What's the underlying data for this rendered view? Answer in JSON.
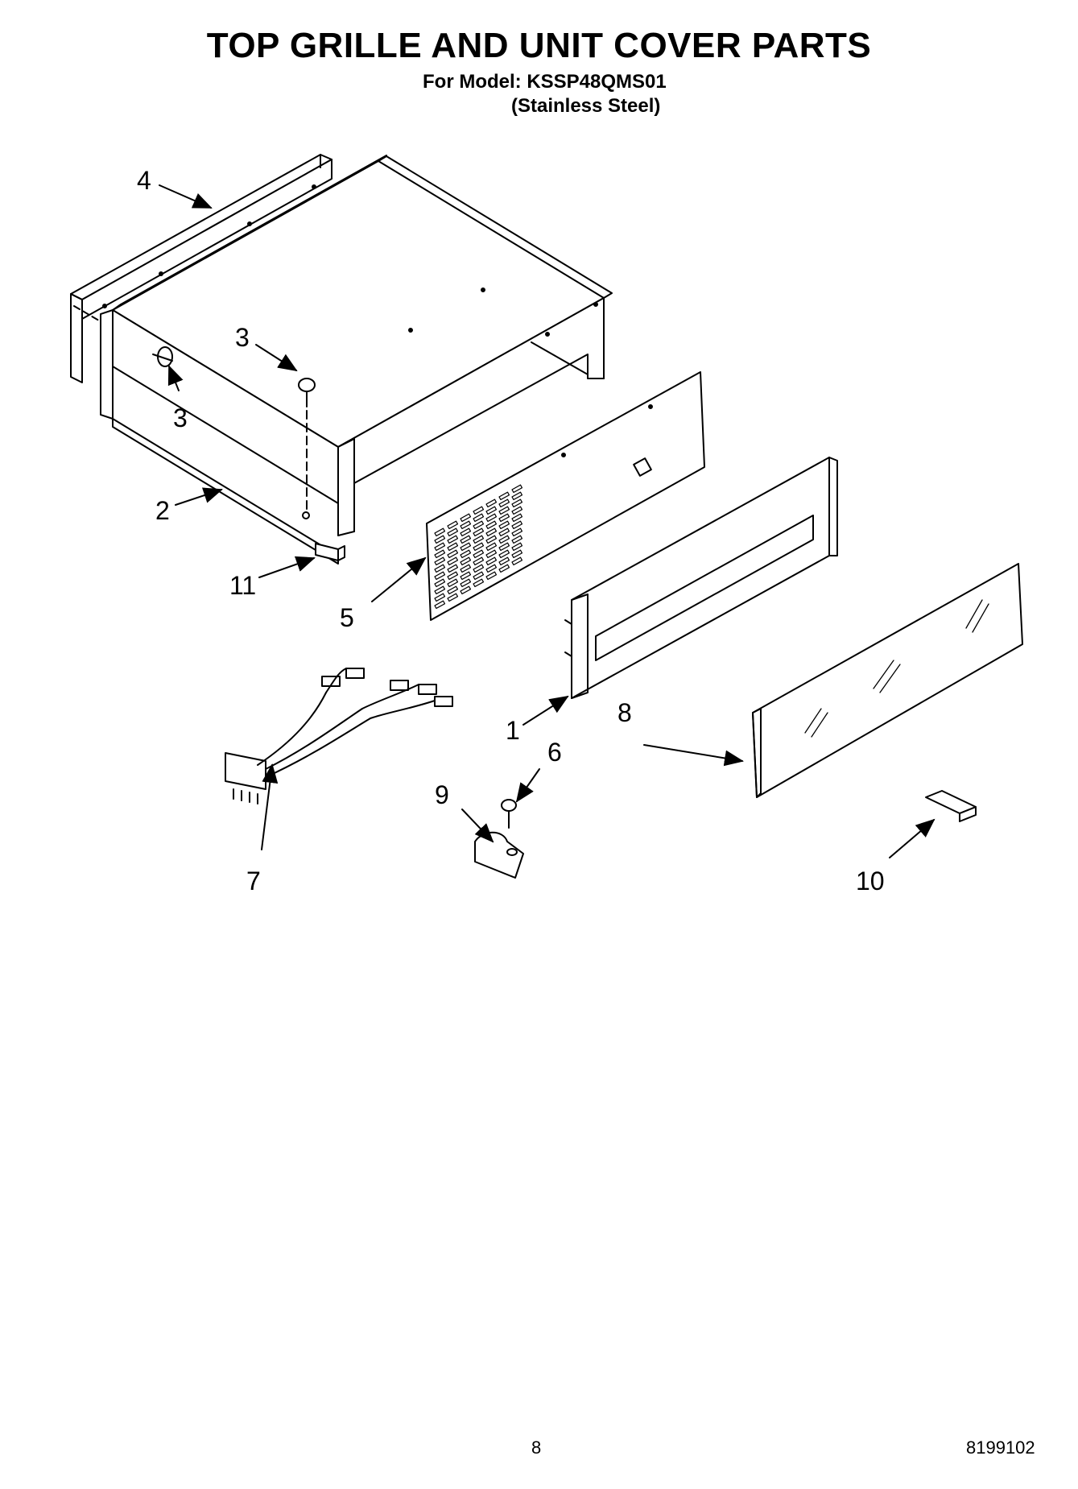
{
  "header": {
    "title": "TOP GRILLE AND UNIT COVER PARTS",
    "model_line": "For Model: KSSP48QMS01",
    "finish_line": "(Stainless Steel)"
  },
  "callouts": {
    "c1": "1",
    "c2": "2",
    "c3a": "3",
    "c3b": "3",
    "c4": "4",
    "c5": "5",
    "c6": "6",
    "c7": "7",
    "c8": "8",
    "c9": "9",
    "c10": "10",
    "c11": "11"
  },
  "footer": {
    "page_number": "8",
    "document_number": "8199102"
  }
}
